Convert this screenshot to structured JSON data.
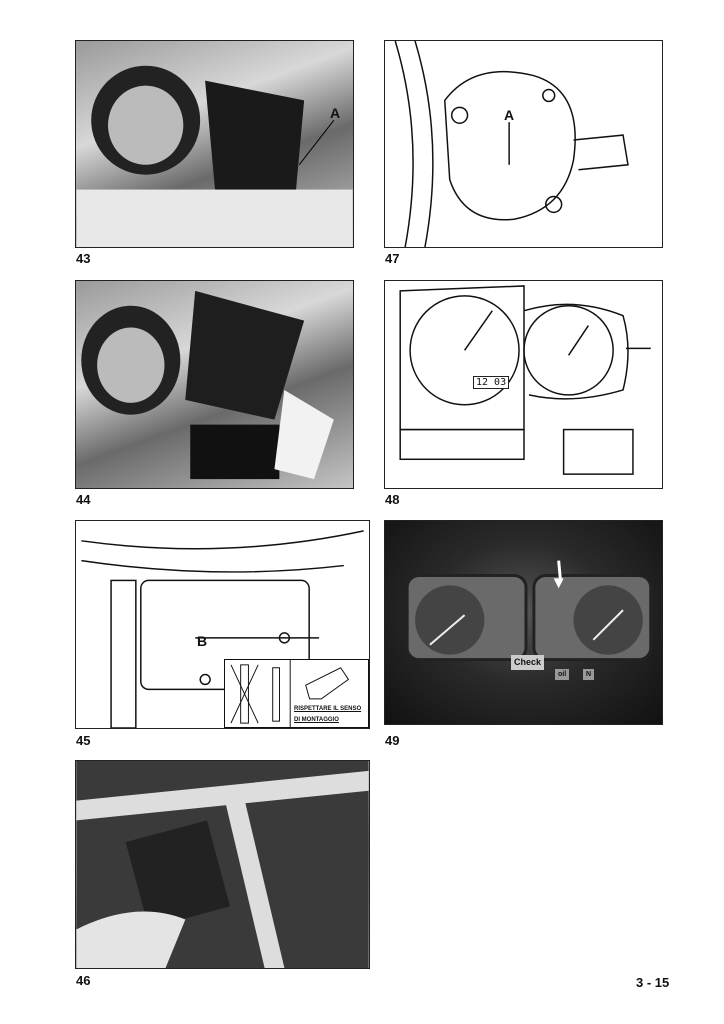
{
  "figures": [
    {
      "number": "43",
      "callout": "A"
    },
    {
      "number": "47",
      "callout": "A"
    },
    {
      "number": "44"
    },
    {
      "number": "48",
      "lcd": "12 03"
    },
    {
      "number": "45",
      "callout": "B",
      "inset_line1": "RISPETTARE IL SENSO",
      "inset_line2": "DI MONTAGGIO"
    },
    {
      "number": "49",
      "check": "Check",
      "lamps": [
        "oil",
        "N"
      ]
    },
    {
      "number": "46"
    }
  ],
  "page_number": "3 - 15"
}
